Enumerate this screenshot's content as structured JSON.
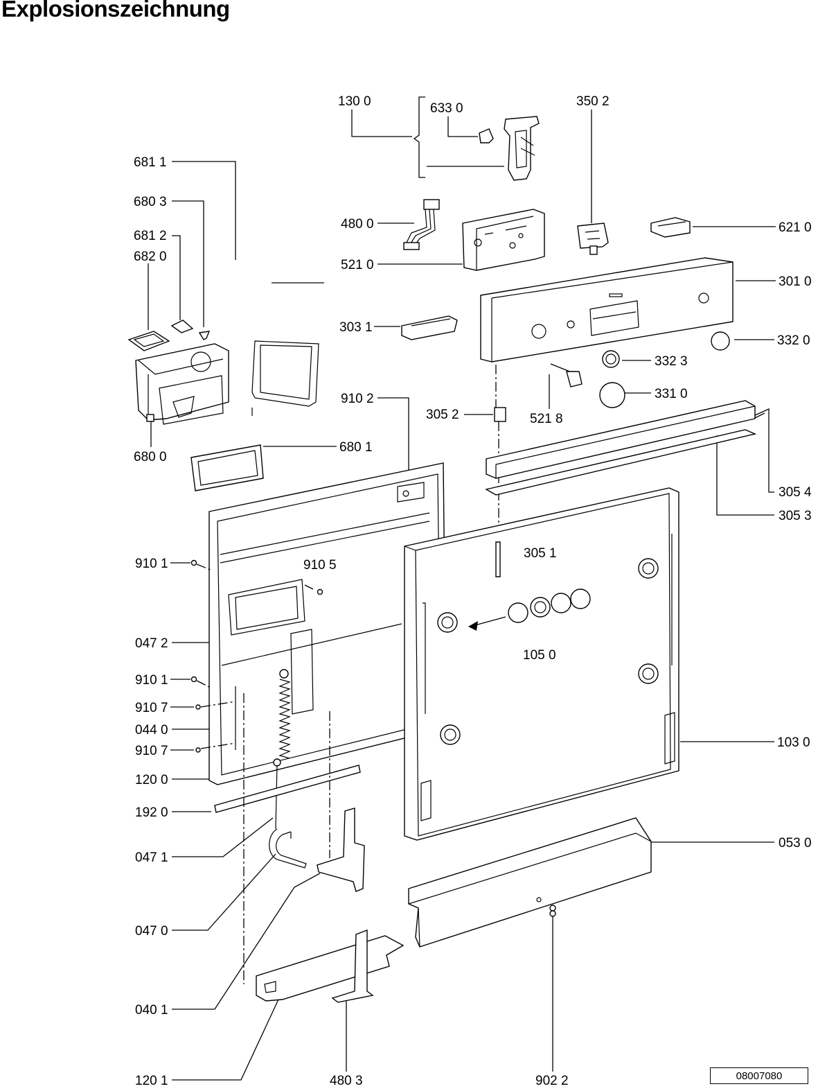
{
  "title": "Explosionszeichnung",
  "document_number": "08007080",
  "labels": {
    "l130_0": "130 0",
    "l633_0": "633 0",
    "l350_2": "350 2",
    "l681_1": "681 1",
    "l680_3": "680 3",
    "l681_2": "681 2",
    "l682_0": "682 0",
    "l480_0": "480 0",
    "l521_0": "521 0",
    "l621_0": "621 0",
    "l301_0": "301 0",
    "l303_1": "303 1",
    "l332_0": "332 0",
    "l332_3": "332 3",
    "l331_0": "331 0",
    "l521_8": "521 8",
    "l910_2": "910 2",
    "l305_2": "305 2",
    "l680_0": "680 0",
    "l680_1": "680 1",
    "l305_4": "305 4",
    "l305_3": "305 3",
    "l305_1": "305 1",
    "l910_1a": "910 1",
    "l910_5": "910 5",
    "l047_2": "047 2",
    "l910_1b": "910 1",
    "l910_7a": "910 7",
    "l044_0": "044 0",
    "l910_7b": "910 7",
    "l105_0": "105 0",
    "l103_0": "103 0",
    "l120_0": "120 0",
    "l192_0": "192 0",
    "l047_1": "047 1",
    "l053_0": "053 0",
    "l047_0": "047 0",
    "l040_1": "040 1",
    "l120_1": "120 1",
    "l480_3": "480 3",
    "l902_2": "902 2"
  },
  "icons": {
    "arrow": "arrow-left-icon"
  }
}
